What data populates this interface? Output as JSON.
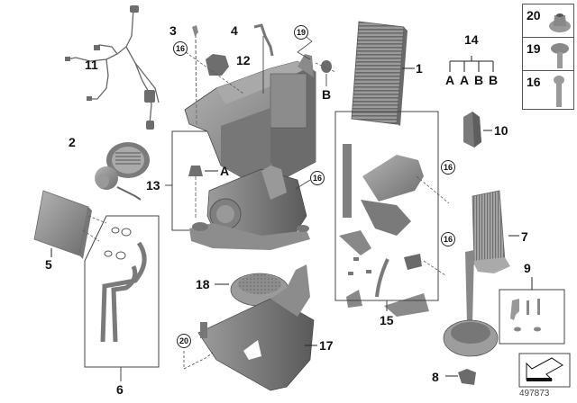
{
  "diagram": {
    "document_number": "497873",
    "callouts": [
      {
        "id": "1",
        "part": "microfilter"
      },
      {
        "id": "2",
        "part": "blower-motor"
      },
      {
        "id": "3",
        "part": "temperature-sensor"
      },
      {
        "id": "4",
        "part": "sensor-with-cable"
      },
      {
        "id": "5",
        "part": "heater-radiator"
      },
      {
        "id": "6",
        "part": "coolant-pipes-kit"
      },
      {
        "id": "7",
        "part": "evaporator"
      },
      {
        "id": "8",
        "part": "actuator-connector"
      },
      {
        "id": "9",
        "part": "mounting-kit"
      },
      {
        "id": "10",
        "part": "stepper-motor"
      },
      {
        "id": "11",
        "part": "wiring-harness"
      },
      {
        "id": "12",
        "part": "actuator"
      },
      {
        "id": "13",
        "part": "housing-assembly"
      },
      {
        "id": "14",
        "part": "nut-set"
      },
      {
        "id": "15",
        "part": "flap-and-duct-kit"
      },
      {
        "id": "17",
        "part": "support-bracket"
      },
      {
        "id": "18",
        "part": "seal-cover"
      }
    ],
    "hardware_refs": {
      "screw_16": "16",
      "screw_19": "19",
      "nut_20": "20"
    },
    "connection_markers": {
      "a": "A",
      "b": "B"
    },
    "label_14_branches": [
      "A",
      "A",
      "B",
      "B"
    ],
    "fastener_legend": [
      {
        "number": "20",
        "icon": "flange-nut-icon"
      },
      {
        "number": "19",
        "icon": "hex-bolt-icon"
      },
      {
        "number": "16",
        "icon": "torx-screw-icon"
      }
    ],
    "colors": {
      "part_fill": "#8a8a8a",
      "part_dark": "#5e5e5e",
      "part_light": "#bdbdbd",
      "line": "#222222"
    }
  }
}
